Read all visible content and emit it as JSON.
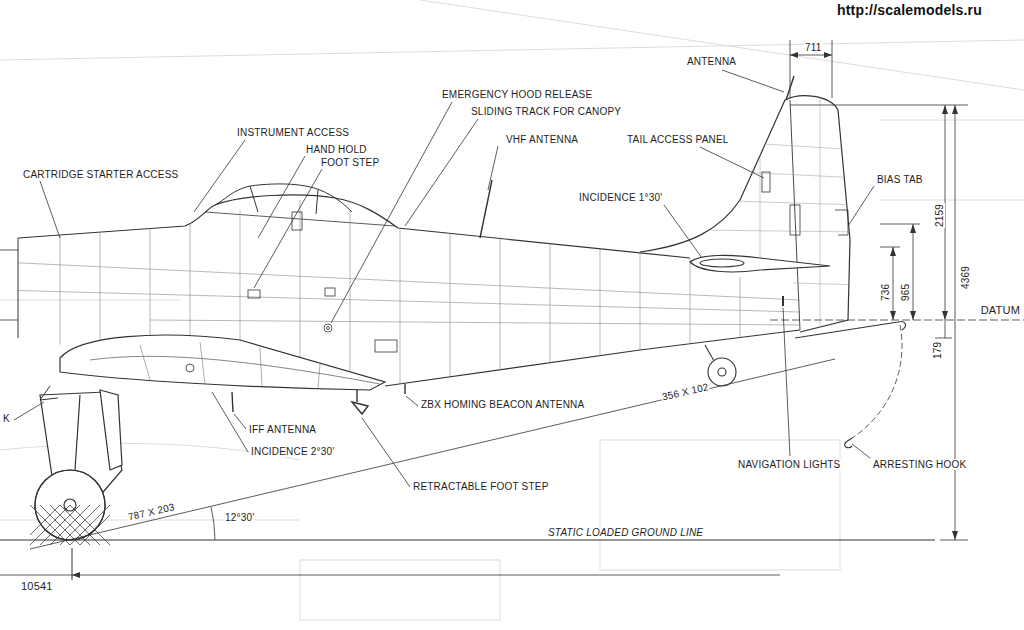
{
  "diagram": {
    "labels": [
      "http://scalemodels.ru",
      "ANTENNA",
      "711",
      "EMERGENCY HOOD RELEASE",
      "SLIDING TRACK FOR CANOPY",
      "INSTRUMENT ACCESS",
      "HAND HOLD",
      "FOOT STEP",
      "VHF ANTENNA",
      "TAIL ACCESS PANEL",
      "CARTRIDGE STARTER ACCESS",
      "INCIDENCE 1°30'",
      "BIAS TAB",
      "2159",
      "4369",
      "736",
      "965",
      "DATUM",
      "179",
      "356 X 102",
      "K",
      "IFF ANTENNA",
      "INCIDENCE 2°30'",
      "ZBX HOMING BEACON ANTENNA",
      "NAVIGATION LIGHTS",
      "ARRESTING HOOK",
      "RETRACTABLE FOOT STEP",
      "787 X 203",
      "12°30'",
      "STATIC LOADED GROUND LINE",
      "10541"
    ]
  }
}
